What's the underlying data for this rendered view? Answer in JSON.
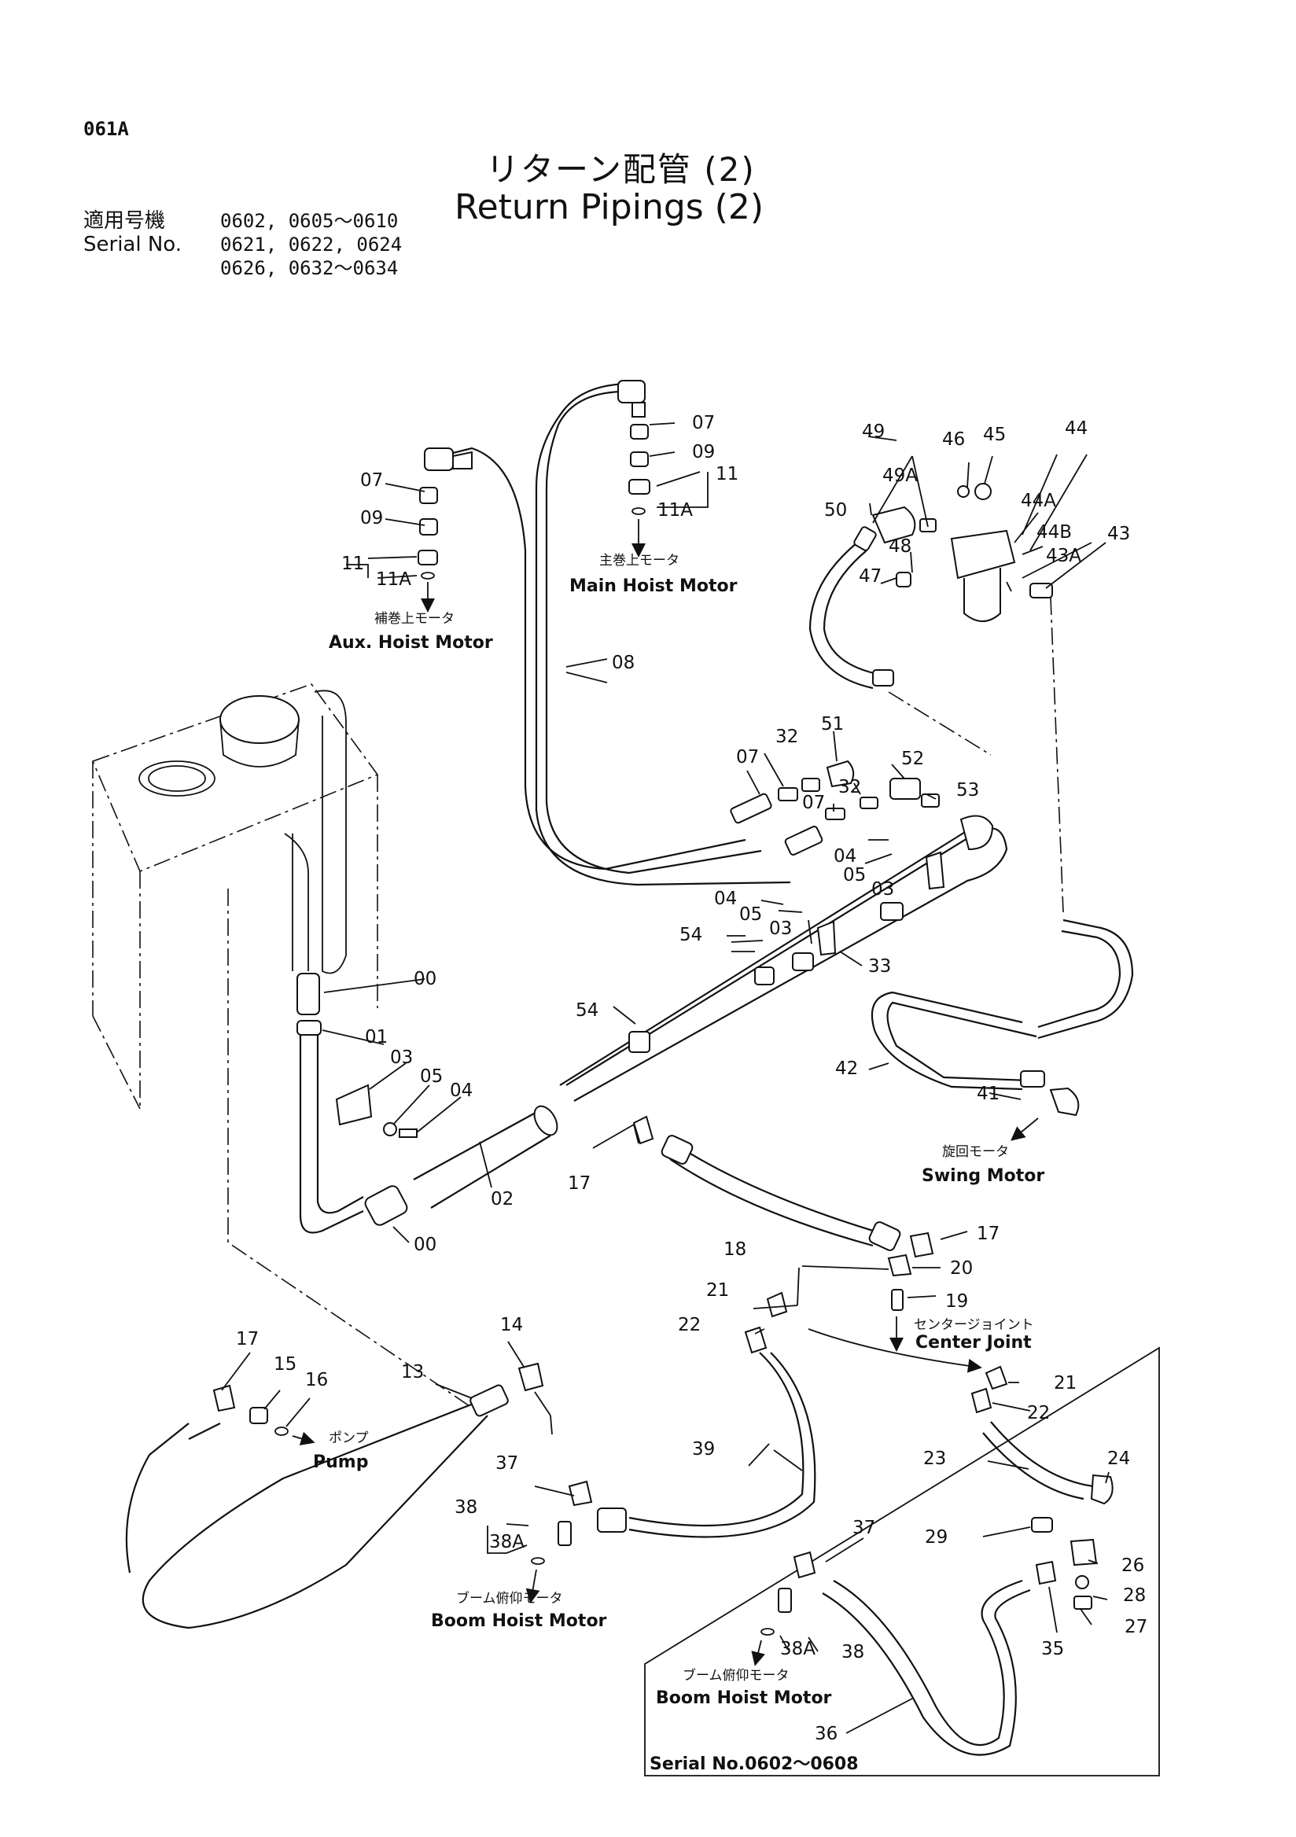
{
  "header": {
    "page_code": "061A",
    "title_jp": "リターン配管 (2)",
    "title_en": "Return Pipings (2)",
    "applicable_label_jp": "適用号機",
    "serial_label": "Serial No.",
    "serial_lines": [
      "0602, 0605～0610",
      "0621, 0622, 0624",
      "0626, 0632～0634"
    ]
  },
  "destinations": {
    "aux_hoist_jp": "補巻上モータ",
    "aux_hoist_en": "Aux. Hoist Motor",
    "main_hoist_jp": "主巻上モータ",
    "main_hoist_en": "Main Hoist Motor",
    "swing_jp": "旋回モータ",
    "swing_en": "Swing Motor",
    "center_jp": "センタージョイント",
    "center_en": "Center Joint",
    "pump_jp": "ポンプ",
    "pump_en": "Pump",
    "boom_jp": "ブーム俯仰モータ",
    "boom_en": "Boom Hoist Motor",
    "boom2_jp": "ブーム俯仰モータ",
    "boom2_en": "Boom Hoist Motor"
  },
  "inset_caption": "Serial No.0602～0608",
  "part_numbers": {
    "p00a": "00",
    "p00b": "00",
    "p01": "01",
    "p02": "02",
    "p03a": "03",
    "p03b": "03",
    "p03c": "03",
    "p04a": "04",
    "p04b": "04",
    "p04c": "04",
    "p05a": "05",
    "p05b": "05",
    "p05c": "05",
    "p07a": "07",
    "p07b": "07",
    "p07c": "07",
    "p07d": "07",
    "p08": "08",
    "p09a": "09",
    "p09b": "09",
    "p11a": "11",
    "p11Aa": "11A",
    "p11b": "11",
    "p11Ab": "11A",
    "p13": "13",
    "p14": "14",
    "p15": "15",
    "p16": "16",
    "p17a": "17",
    "p17b": "17",
    "p17c": "17",
    "p18": "18",
    "p19": "19",
    "p20": "20",
    "p21a": "21",
    "p21b": "21",
    "p22a": "22",
    "p22b": "22",
    "p23": "23",
    "p24": "24",
    "p26": "26",
    "p27": "27",
    "p28": "28",
    "p29": "29",
    "p32a": "32",
    "p32b": "32",
    "p33": "33",
    "p35": "35",
    "p36": "36",
    "p37a": "37",
    "p37b": "37",
    "p38a": "38",
    "p38Aa": "38A",
    "p38b": "38",
    "p38Ab": "38A",
    "p39": "39",
    "p41": "41",
    "p42": "42",
    "p43": "43",
    "p43A": "43A",
    "p44": "44",
    "p44A": "44A",
    "p44B": "44B",
    "p45": "45",
    "p46": "46",
    "p47": "47",
    "p48": "48",
    "p49": "49",
    "p49A": "49A",
    "p50": "50",
    "p51": "51",
    "p52": "52",
    "p53": "53",
    "p54a": "54",
    "p54b": "54"
  }
}
